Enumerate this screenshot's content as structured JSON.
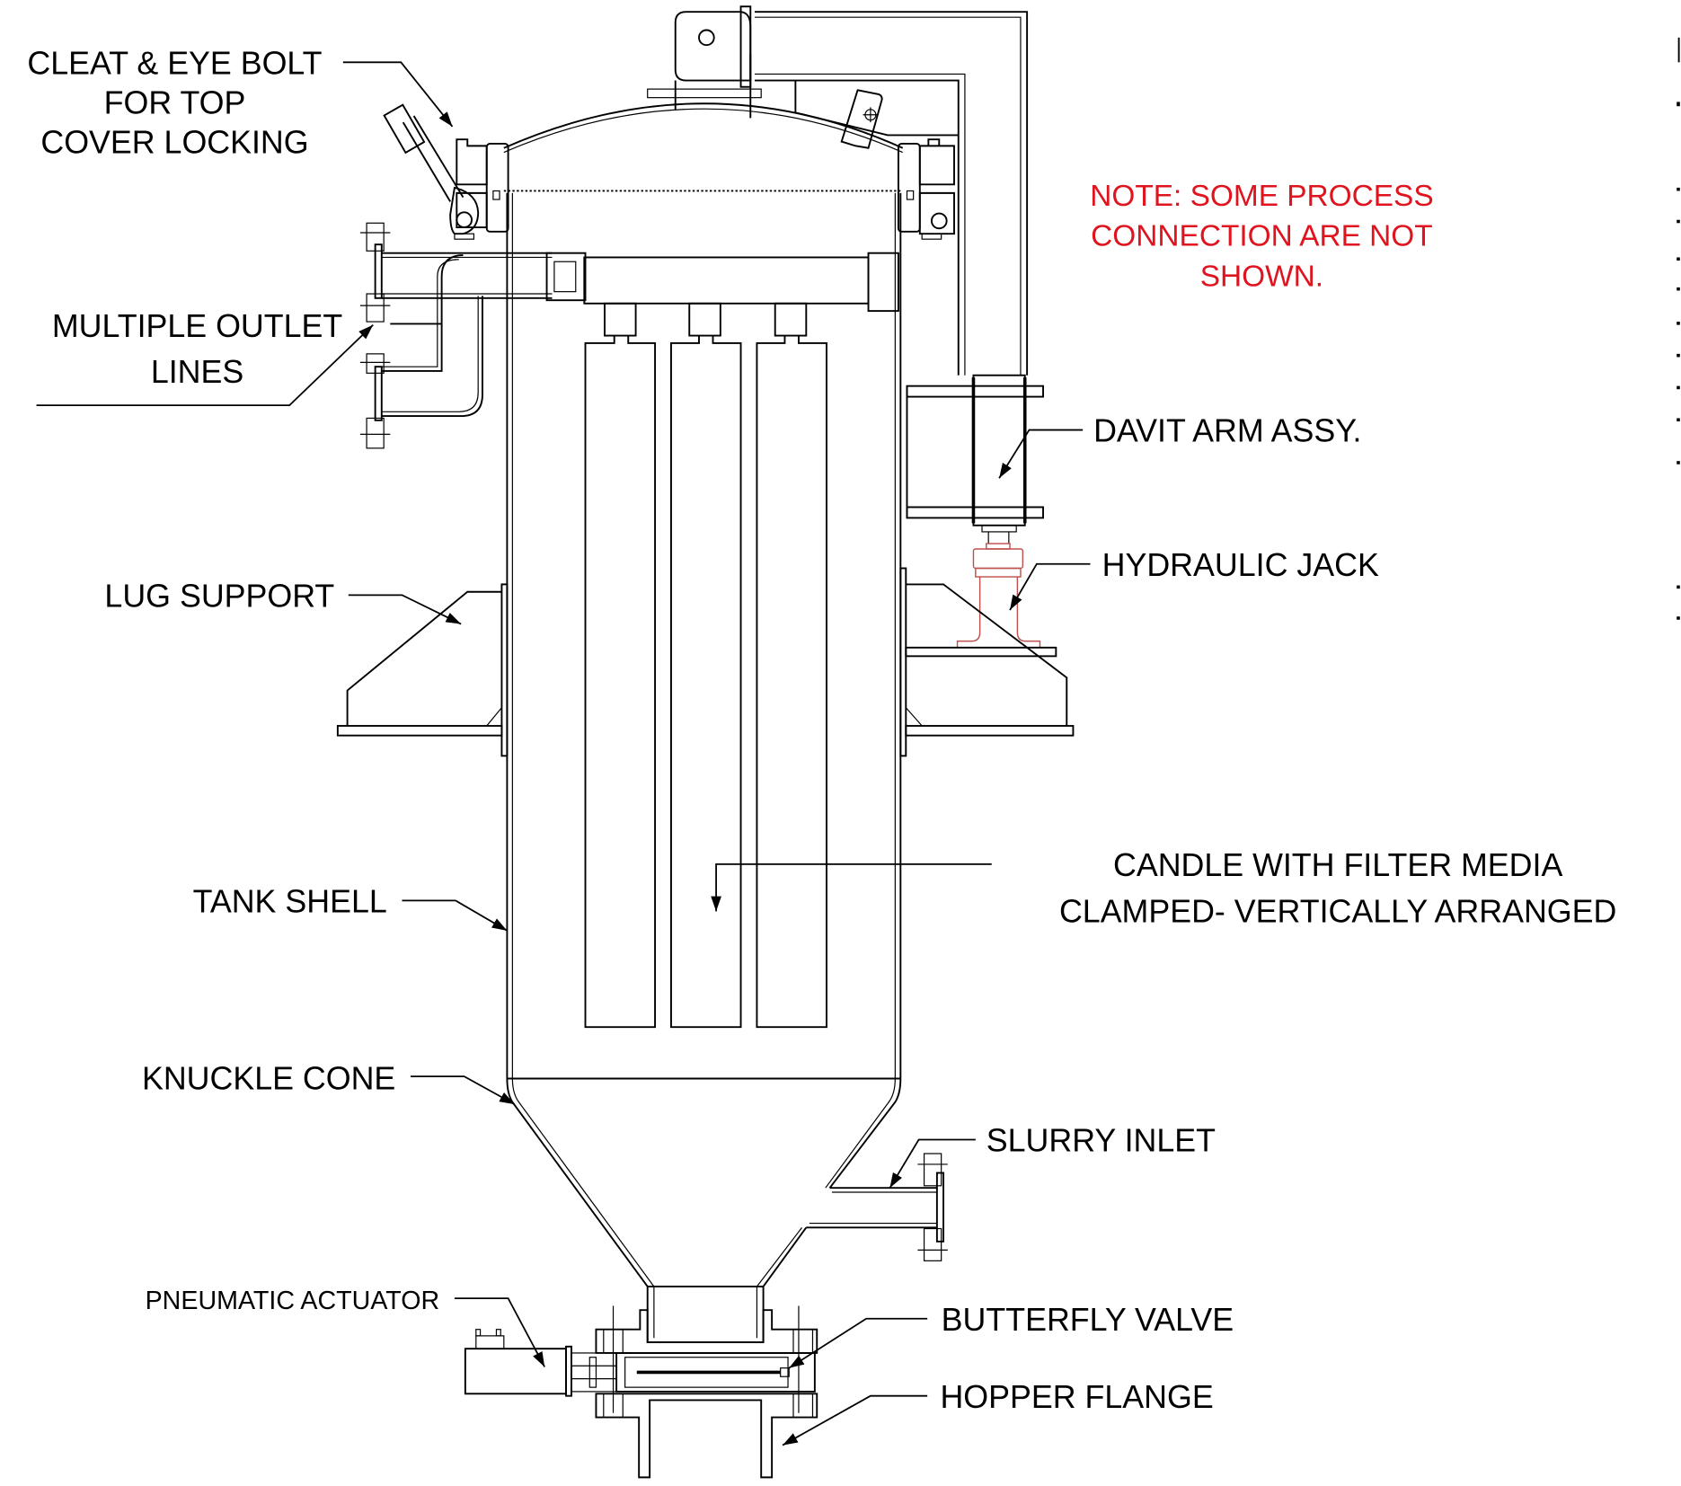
{
  "diagram": {
    "title": "Candle Filter Vessel - General Arrangement",
    "note": {
      "color": "#e0141e",
      "lines": [
        "NOTE: SOME PROCESS",
        "CONNECTION ARE NOT",
        "SHOWN."
      ]
    },
    "labels": {
      "cleat_eye_bolt": [
        "CLEAT & EYE BOLT",
        "FOR TOP",
        "COVER LOCKING"
      ],
      "multiple_outlet": [
        "MULTIPLE OUTLET",
        "LINES"
      ],
      "lug_support": "LUG SUPPORT",
      "tank_shell": "TANK SHELL",
      "knuckle_cone": "KNUCKLE CONE",
      "pneumatic_actuator": "PNEUMATIC ACTUATOR",
      "davit_arm": "DAVIT ARM ASSY.",
      "hydraulic_jack": "HYDRAULIC JACK",
      "candle_filter": [
        "CANDLE WITH FILTER MEDIA",
        "CLAMPED- VERTICALLY ARRANGED"
      ],
      "slurry_inlet": "SLURRY INLET",
      "butterfly_valve": "BUTTERFLY VALVE",
      "hopper_flange": "HOPPER FLANGE"
    },
    "candle_count": 3,
    "colors": {
      "line": "#000000",
      "hydraulic_jack": "#c0504d",
      "note": "#e0141e"
    }
  }
}
